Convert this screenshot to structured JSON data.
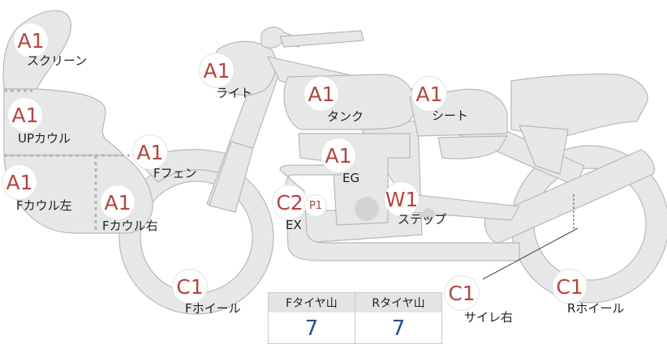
{
  "parts": {
    "screen": {
      "grade": "A1",
      "label": "スクリーン"
    },
    "up_cowl": {
      "grade": "A1",
      "label": "UPカウル"
    },
    "f_cowl_left": {
      "grade": "A1",
      "label": "Fカウル左"
    },
    "f_cowl_right": {
      "grade": "A1",
      "label": "Fカウル右"
    },
    "f_fender": {
      "grade": "A1",
      "label": "Fフェン"
    },
    "light": {
      "grade": "A1",
      "label": "ライト"
    },
    "tank": {
      "grade": "A1",
      "label": "タンク"
    },
    "seat": {
      "grade": "A1",
      "label": "シート"
    },
    "engine": {
      "grade": "A1",
      "label": "EG"
    },
    "exhaust": {
      "grade": "C2",
      "sub_grade": "P1",
      "label": "EX"
    },
    "step": {
      "grade": "W1",
      "label": "ステップ"
    },
    "f_wheel": {
      "grade": "C1",
      "label": "Fホイール"
    },
    "silencer_right": {
      "grade": "C1",
      "label": "サイレ右"
    },
    "r_wheel": {
      "grade": "C1",
      "label": "Rホイール"
    }
  },
  "tread": {
    "front_header": "Fタイヤ山",
    "rear_header": "Rタイヤ山",
    "front_value": "7",
    "rear_value": "7"
  }
}
